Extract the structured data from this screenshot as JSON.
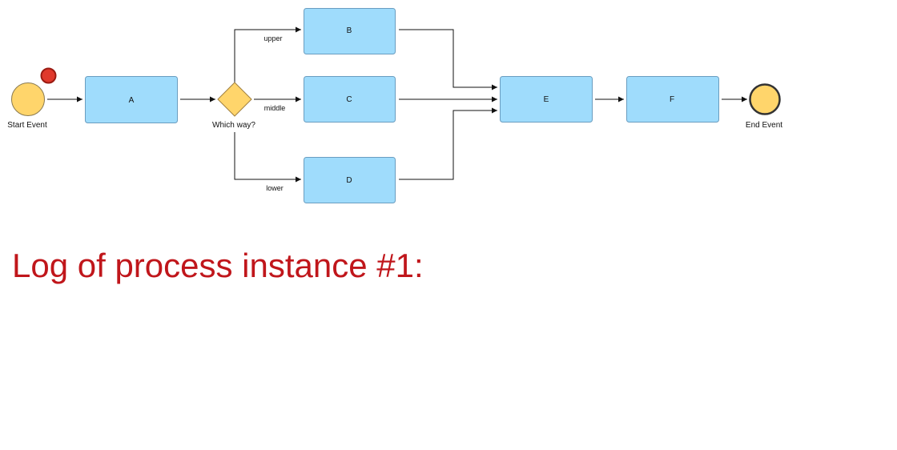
{
  "diagram": {
    "start_event_label": "Start Event",
    "end_event_label": "End Event",
    "gateway_label": "Which way?",
    "tasks": {
      "a": "A",
      "b": "B",
      "c": "C",
      "d": "D",
      "e": "E",
      "f": "F"
    },
    "flows": {
      "upper": "upper",
      "middle": "middle",
      "lower": "lower"
    }
  },
  "colors": {
    "event_fill": "#ffd56b",
    "task_fill": "#9fdcfc",
    "gateway_fill": "#ffd56b",
    "marker_fill": "#e0392c",
    "title_color": "#c0161b"
  },
  "log": {
    "title": "Log of process instance #1:"
  }
}
